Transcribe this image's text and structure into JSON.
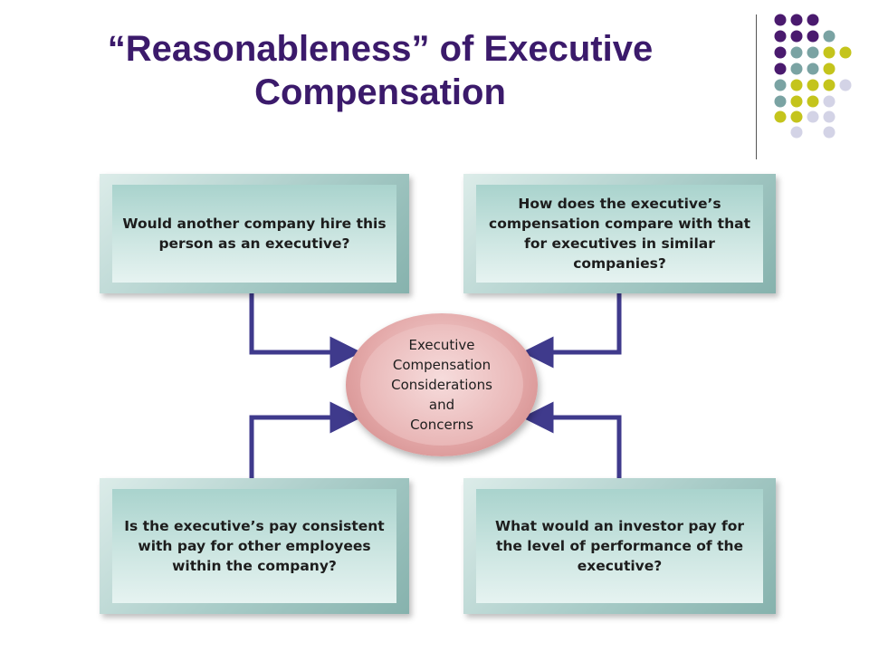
{
  "slide": {
    "title_line1": "“Reasonableness” of Executive",
    "title_line2": "Compensation"
  },
  "diagram": {
    "center": "Executive\nCompensation\nConsiderations\nand\nConcerns",
    "boxes": {
      "top_left": "Would another company hire this person as an executive?",
      "top_right": "How does the executive’s compensation compare with that for executives in similar companies?",
      "bottom_left": "Is the executive’s pay consistent with pay for other employees within the company?",
      "bottom_right": "What would an investor pay for the level of performance of the executive?"
    }
  },
  "colors": {
    "title": "#3b1a6b",
    "arrow": "#3f3a8c",
    "dot_purple": "#4a1a6e",
    "dot_teal": "#7aa3a3",
    "dot_olive": "#c4c41c",
    "dot_lavender": "#d3d3e6"
  }
}
